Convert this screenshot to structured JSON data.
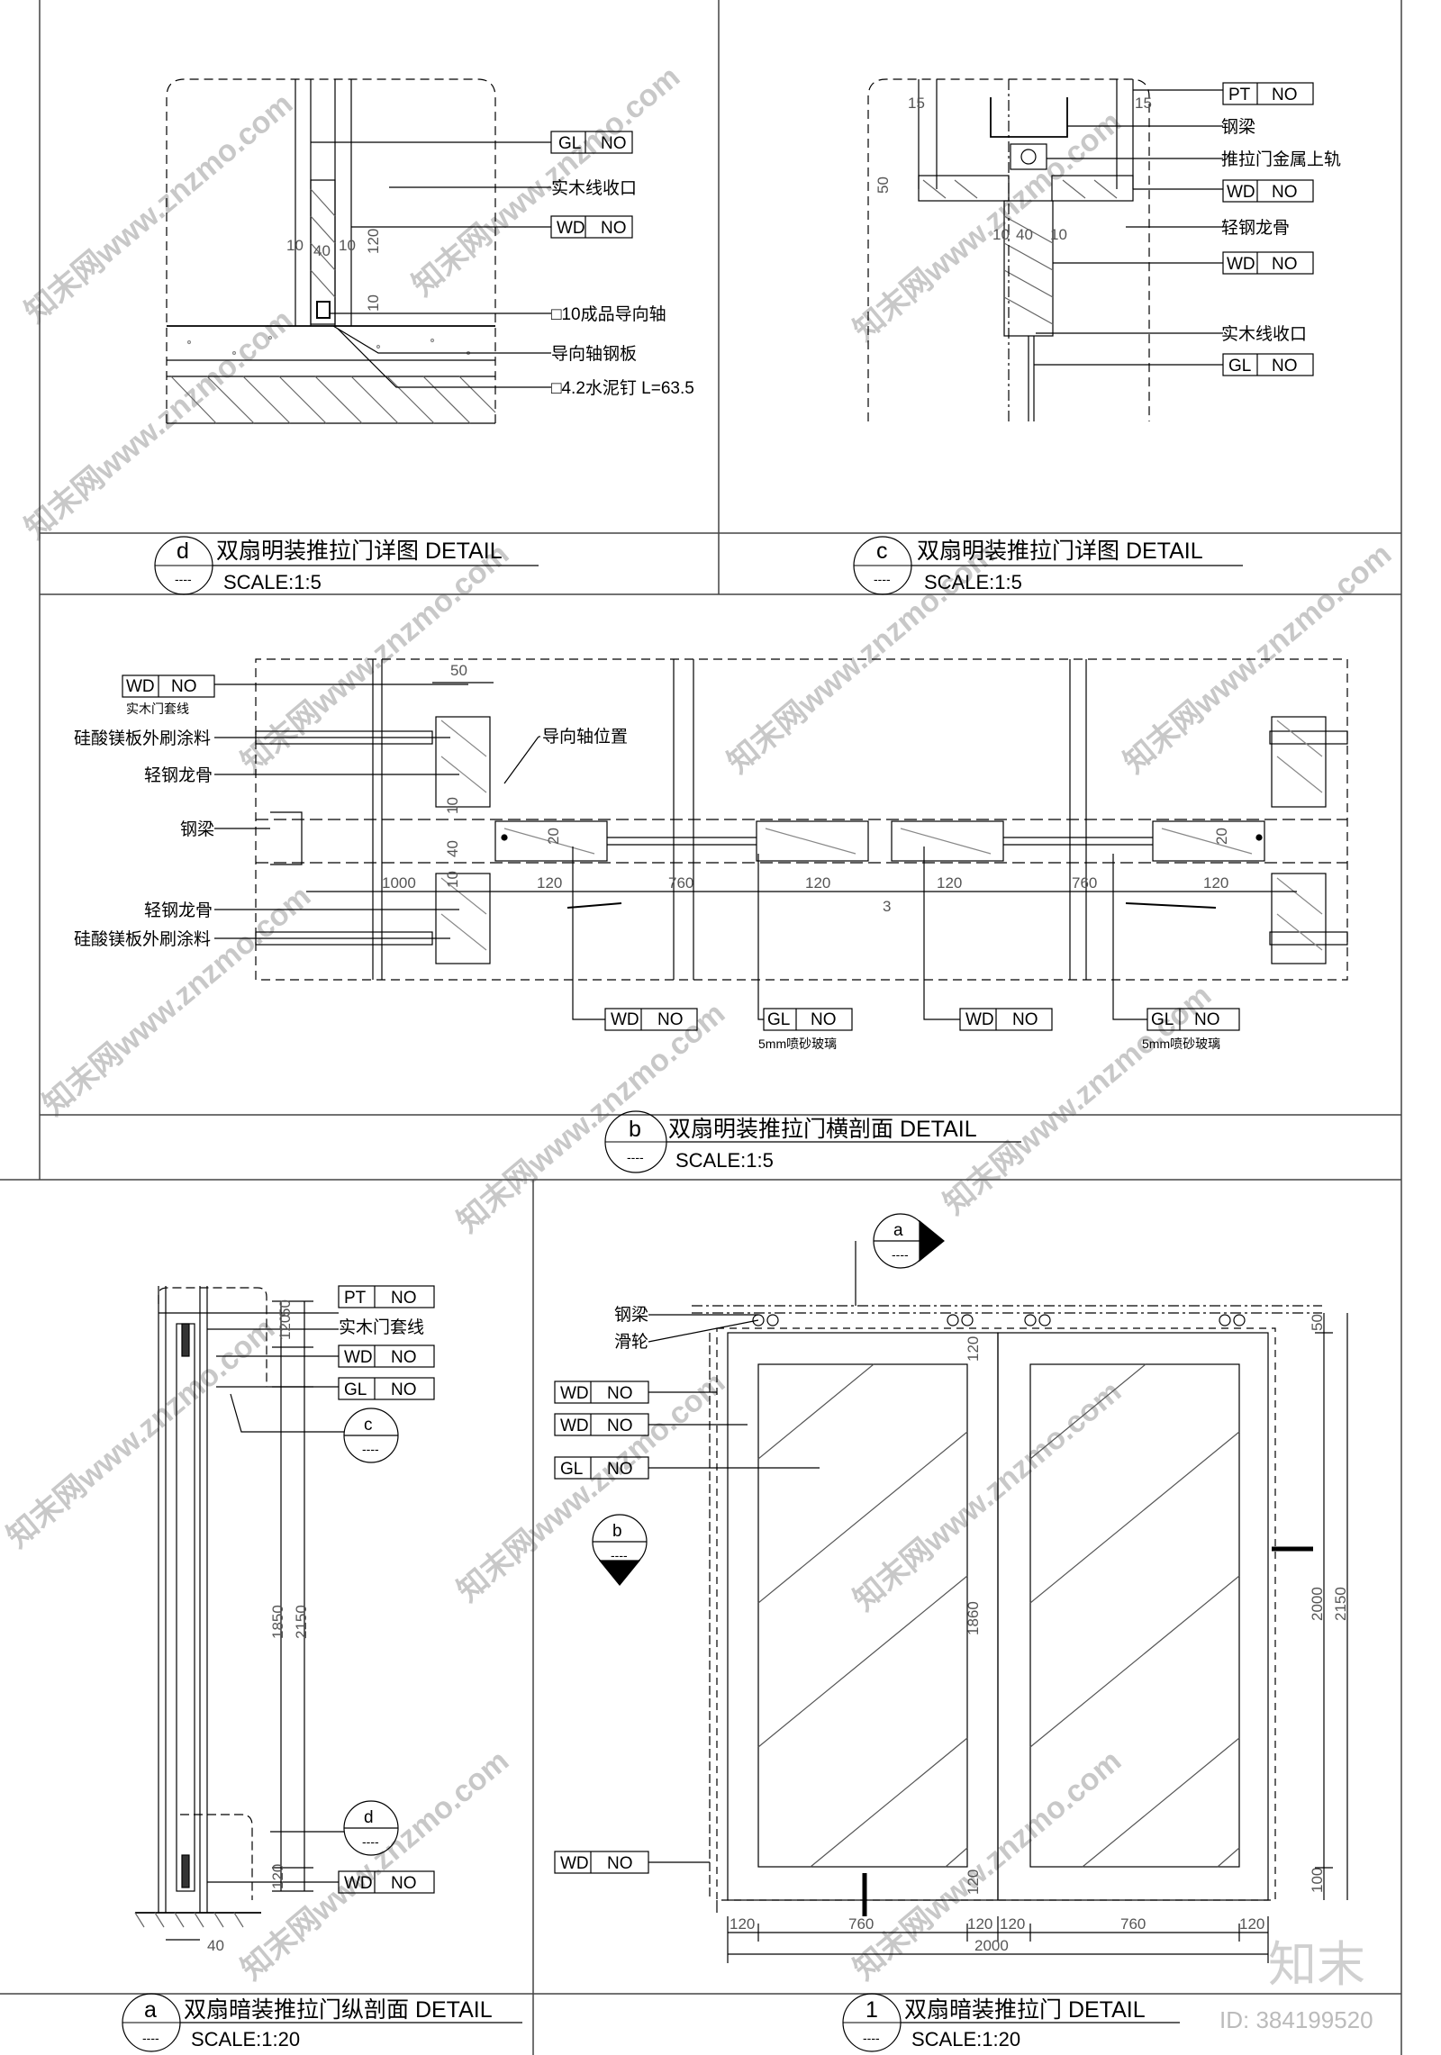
{
  "panels": {
    "d": {
      "id": "d",
      "sub": "----",
      "title": "双扇明装推拉门详图  DETAIL",
      "scale": "SCALE:1:5",
      "labels": [
        "GL",
        "NO",
        "实木线收口",
        "WD",
        "NO",
        "□10成品导向轴",
        "导向轴钢板",
        "□4.2水泥钉  L=63.5"
      ],
      "dims": [
        "10",
        "40",
        "10",
        "120",
        "10"
      ]
    },
    "c": {
      "id": "c",
      "sub": "----",
      "title": "双扇明装推拉门详图  DETAIL",
      "scale": "SCALE:1:5",
      "labels": [
        "PT",
        "NO",
        "钢梁",
        "推拉门金属上轨",
        "WD",
        "NO",
        "轻钢龙骨",
        "WD",
        "NO",
        "实木线收口",
        "GL",
        "NO"
      ],
      "dims": [
        "15",
        "15",
        "50",
        "10",
        "40",
        "10"
      ]
    },
    "b": {
      "id": "b",
      "sub": "----",
      "title": "双扇明装推拉门横剖面  DETAIL",
      "scale": "SCALE:1:5",
      "labels": [
        "WD",
        "NO",
        "实木门套线",
        "硅酸镁板外刷涂料",
        "轻钢龙骨",
        "钢梁",
        "轻钢龙骨",
        "硅酸镁板外刷涂料",
        "导向轴位置"
      ],
      "bottom_tags": [
        {
          "a": "WD",
          "b": "NO",
          "note": ""
        },
        {
          "a": "GL",
          "b": "NO",
          "note": "5mm喷砂玻璃"
        },
        {
          "a": "WD",
          "b": "NO",
          "note": ""
        },
        {
          "a": "GL",
          "b": "NO",
          "note": "5mm喷砂玻璃"
        }
      ],
      "dims": [
        "50",
        "40",
        "10",
        "10",
        "1000",
        "120",
        "760",
        "120",
        "3",
        "120",
        "760",
        "120",
        "20",
        "20"
      ]
    },
    "a": {
      "id": "a",
      "sub": "----",
      "title": "双扇暗装推拉门纵剖面 DETAIL",
      "scale": "SCALE:1:20",
      "labels": [
        "PT",
        "NO",
        "实木门套线",
        "WD",
        "NO",
        "GL",
        "NO",
        "WD",
        "NO"
      ],
      "refs": [
        {
          "id": "c",
          "sub": "----"
        },
        {
          "id": "d",
          "sub": "----"
        }
      ],
      "dims": [
        "120",
        "50",
        "1850",
        "2150",
        "120",
        "40"
      ]
    },
    "one": {
      "id": "1",
      "sub": "----",
      "title": "双扇暗装推拉门 DETAIL",
      "scale": "SCALE:1:20",
      "labels": [
        "钢梁",
        "滑轮",
        "WD",
        "NO",
        "WD",
        "NO",
        "GL",
        "NO",
        "WD",
        "NO"
      ],
      "refs": [
        {
          "id": "a",
          "sub": "----"
        },
        {
          "id": "b",
          "sub": "----"
        }
      ],
      "dims": [
        "120",
        "1860",
        "120",
        "50",
        "2000",
        "2150",
        "100",
        "120",
        "760",
        "120",
        "120",
        "760",
        "120",
        "2000"
      ]
    }
  },
  "watermark": {
    "text": "知末网www.znzmo.com",
    "logo": "知末",
    "id": "ID: 384199520"
  }
}
